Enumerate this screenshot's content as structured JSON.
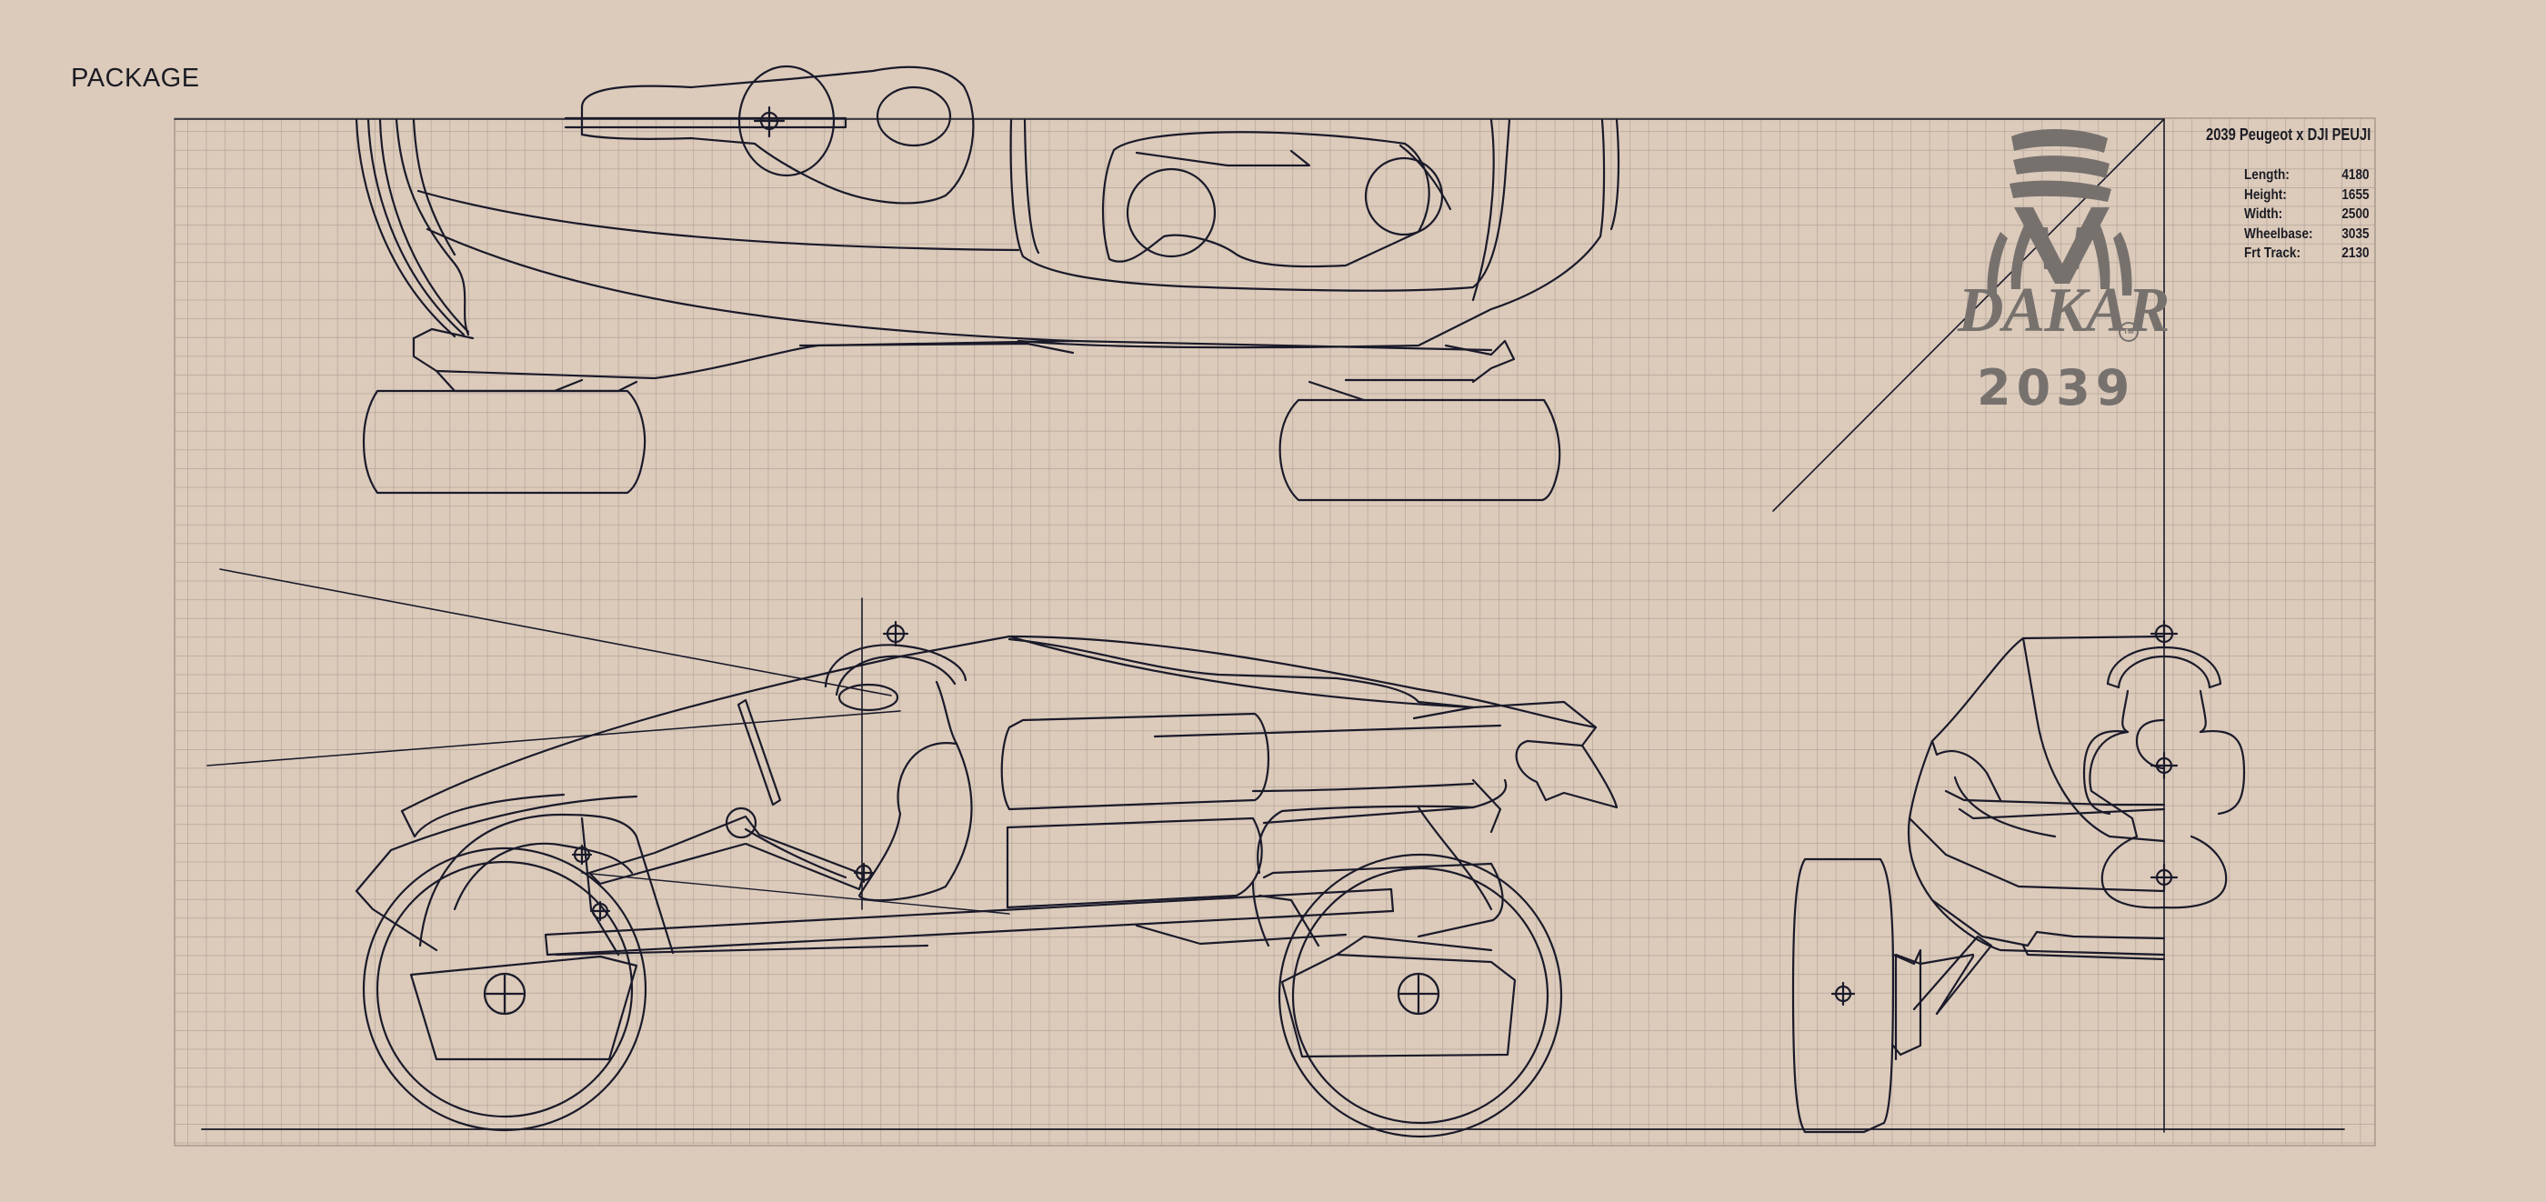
{
  "page": {
    "title": "PACKAGE"
  },
  "specs": {
    "title": "2039 Peugeot x DJI PEUJI",
    "rows": [
      {
        "label": "Length:",
        "value": "4180"
      },
      {
        "label": "Height:",
        "value": "1655"
      },
      {
        "label": "Width:",
        "value": "2500"
      },
      {
        "label": "Wheelbase:",
        "value": "3035"
      },
      {
        "label": "Frt Track:",
        "value": "2130"
      }
    ]
  },
  "logo": {
    "word": "DAKAR",
    "tm": "TM",
    "year": "2039",
    "icon": "dakar-tuareg-emblem"
  },
  "colors": {
    "background": "#dccbbb",
    "grid": "#b3a498",
    "line": "#1a1a2a",
    "logo": "#77716e"
  }
}
